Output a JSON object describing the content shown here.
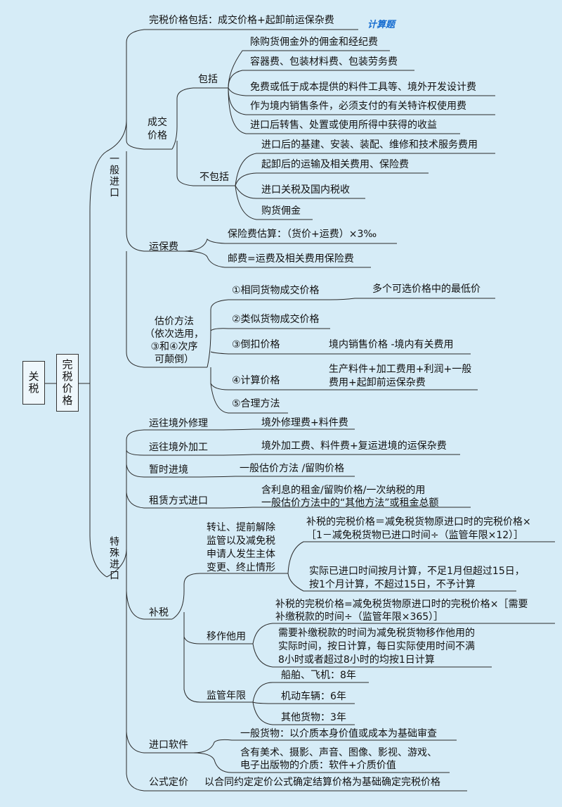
{
  "root": {
    "label": "关税",
    "sub": "完税价格"
  },
  "tag": "计算题",
  "ordinary": {
    "label": "一般进口",
    "includes_def": "完税价格包括：成交价格+起卸前运保杂费",
    "deal": {
      "label": "成交价格",
      "include": {
        "label": "包括",
        "items": [
          "除购货佣金外的佣金和经纪费",
          "容器费、包装材料费、包装劳务费",
          "免费或低于成本提供的料件工具等、境外开发设计费",
          "作为境内销售条件，必须支付的有关特许权使用费",
          "进口后转售、处置或使用所得中获得的收益"
        ]
      },
      "exclude": {
        "label": "不包括",
        "items": [
          "进口后的基建、安装、装配、维修和技术服务费用",
          "起卸后的运输及相关费用、保险费",
          "进口关税及国内税收",
          "购货佣金"
        ]
      }
    },
    "freight": {
      "label": "运保费",
      "items": [
        "保险费估算：（货价+运费）×3‰",
        "邮费=运费及相关费用保险费"
      ]
    },
    "valuation": {
      "label_lines": [
        "估价方法",
        "（依次选用，",
        "③和④次序",
        "可颠倒）"
      ],
      "methods": [
        "①相同货物成交价格",
        "②类似货物成交价格",
        "③倒扣价格",
        "④计算价格",
        "⑤合理方法"
      ],
      "method1_note": "多个可选价格中的最低价",
      "method3_note": "境内销售价格 -境内有关费用",
      "method4_note": [
        "生产料件+加工费用+利润+一般",
        "费用+起卸前运保杂费"
      ]
    }
  },
  "special": {
    "label": "特殊进口",
    "repair": {
      "label": "运往境外修理",
      "value": "境外修理费+料件费"
    },
    "processing": {
      "label": "运往境外加工",
      "value": "境外加工费、料件费+复运进境的运保杂费"
    },
    "temporary": {
      "label": "暂时进境",
      "value": "一般估价方法 /留购价格"
    },
    "lease": {
      "label": "租赁方式进口",
      "values": [
        "含利息的租金/留购价格/一次纳税的用",
        "一般估价方法中的“其他方法”或租金总额"
      ]
    },
    "back_tax": {
      "label": "补税",
      "transfer": {
        "label_lines": [
          "转让、提前解除",
          "监管以及减免税",
          "申请人发生主体",
          "变更、终止情形"
        ],
        "formula": [
          "补税的完税价格＝减免税货物原进口时的完税价格×",
          "［1－减免税货物已进口时间÷（监管年限×12）］"
        ],
        "note": [
          "实际已进口时间按月计算，不足1月但超过15日，",
          "按1个月计算，不超过15日，不予计算"
        ]
      },
      "other_use": {
        "label": "移作他用",
        "formula": [
          "补税的完税价格=减免税货物原进口时的完税价格×［需要",
          "补缴税款的时间÷（监管年限×365）］"
        ],
        "note": [
          "需要补缴税款的时间为减免税货物移作他用的",
          "实际时间，按日计算，每日实际使用时间不满",
          "8小时或者超过8小时的均按1日计算"
        ]
      },
      "period": {
        "label": "监管年限",
        "items": [
          "船舶、飞机：8年",
          "机动车辆：6年",
          "其他货物：3年"
        ]
      }
    },
    "software": {
      "label": "进口软件",
      "items": [
        "一般货物：以介质本身价值或成本为基础审查",
        "含有美术、摄影、声音、图像、影视、游戏、",
        "电子出版物的介质：软件+介质价值"
      ]
    },
    "formula_price": {
      "label": "公式定价",
      "value": "以合同约定定价公式确定结算价格为基础确定完税价格"
    }
  }
}
